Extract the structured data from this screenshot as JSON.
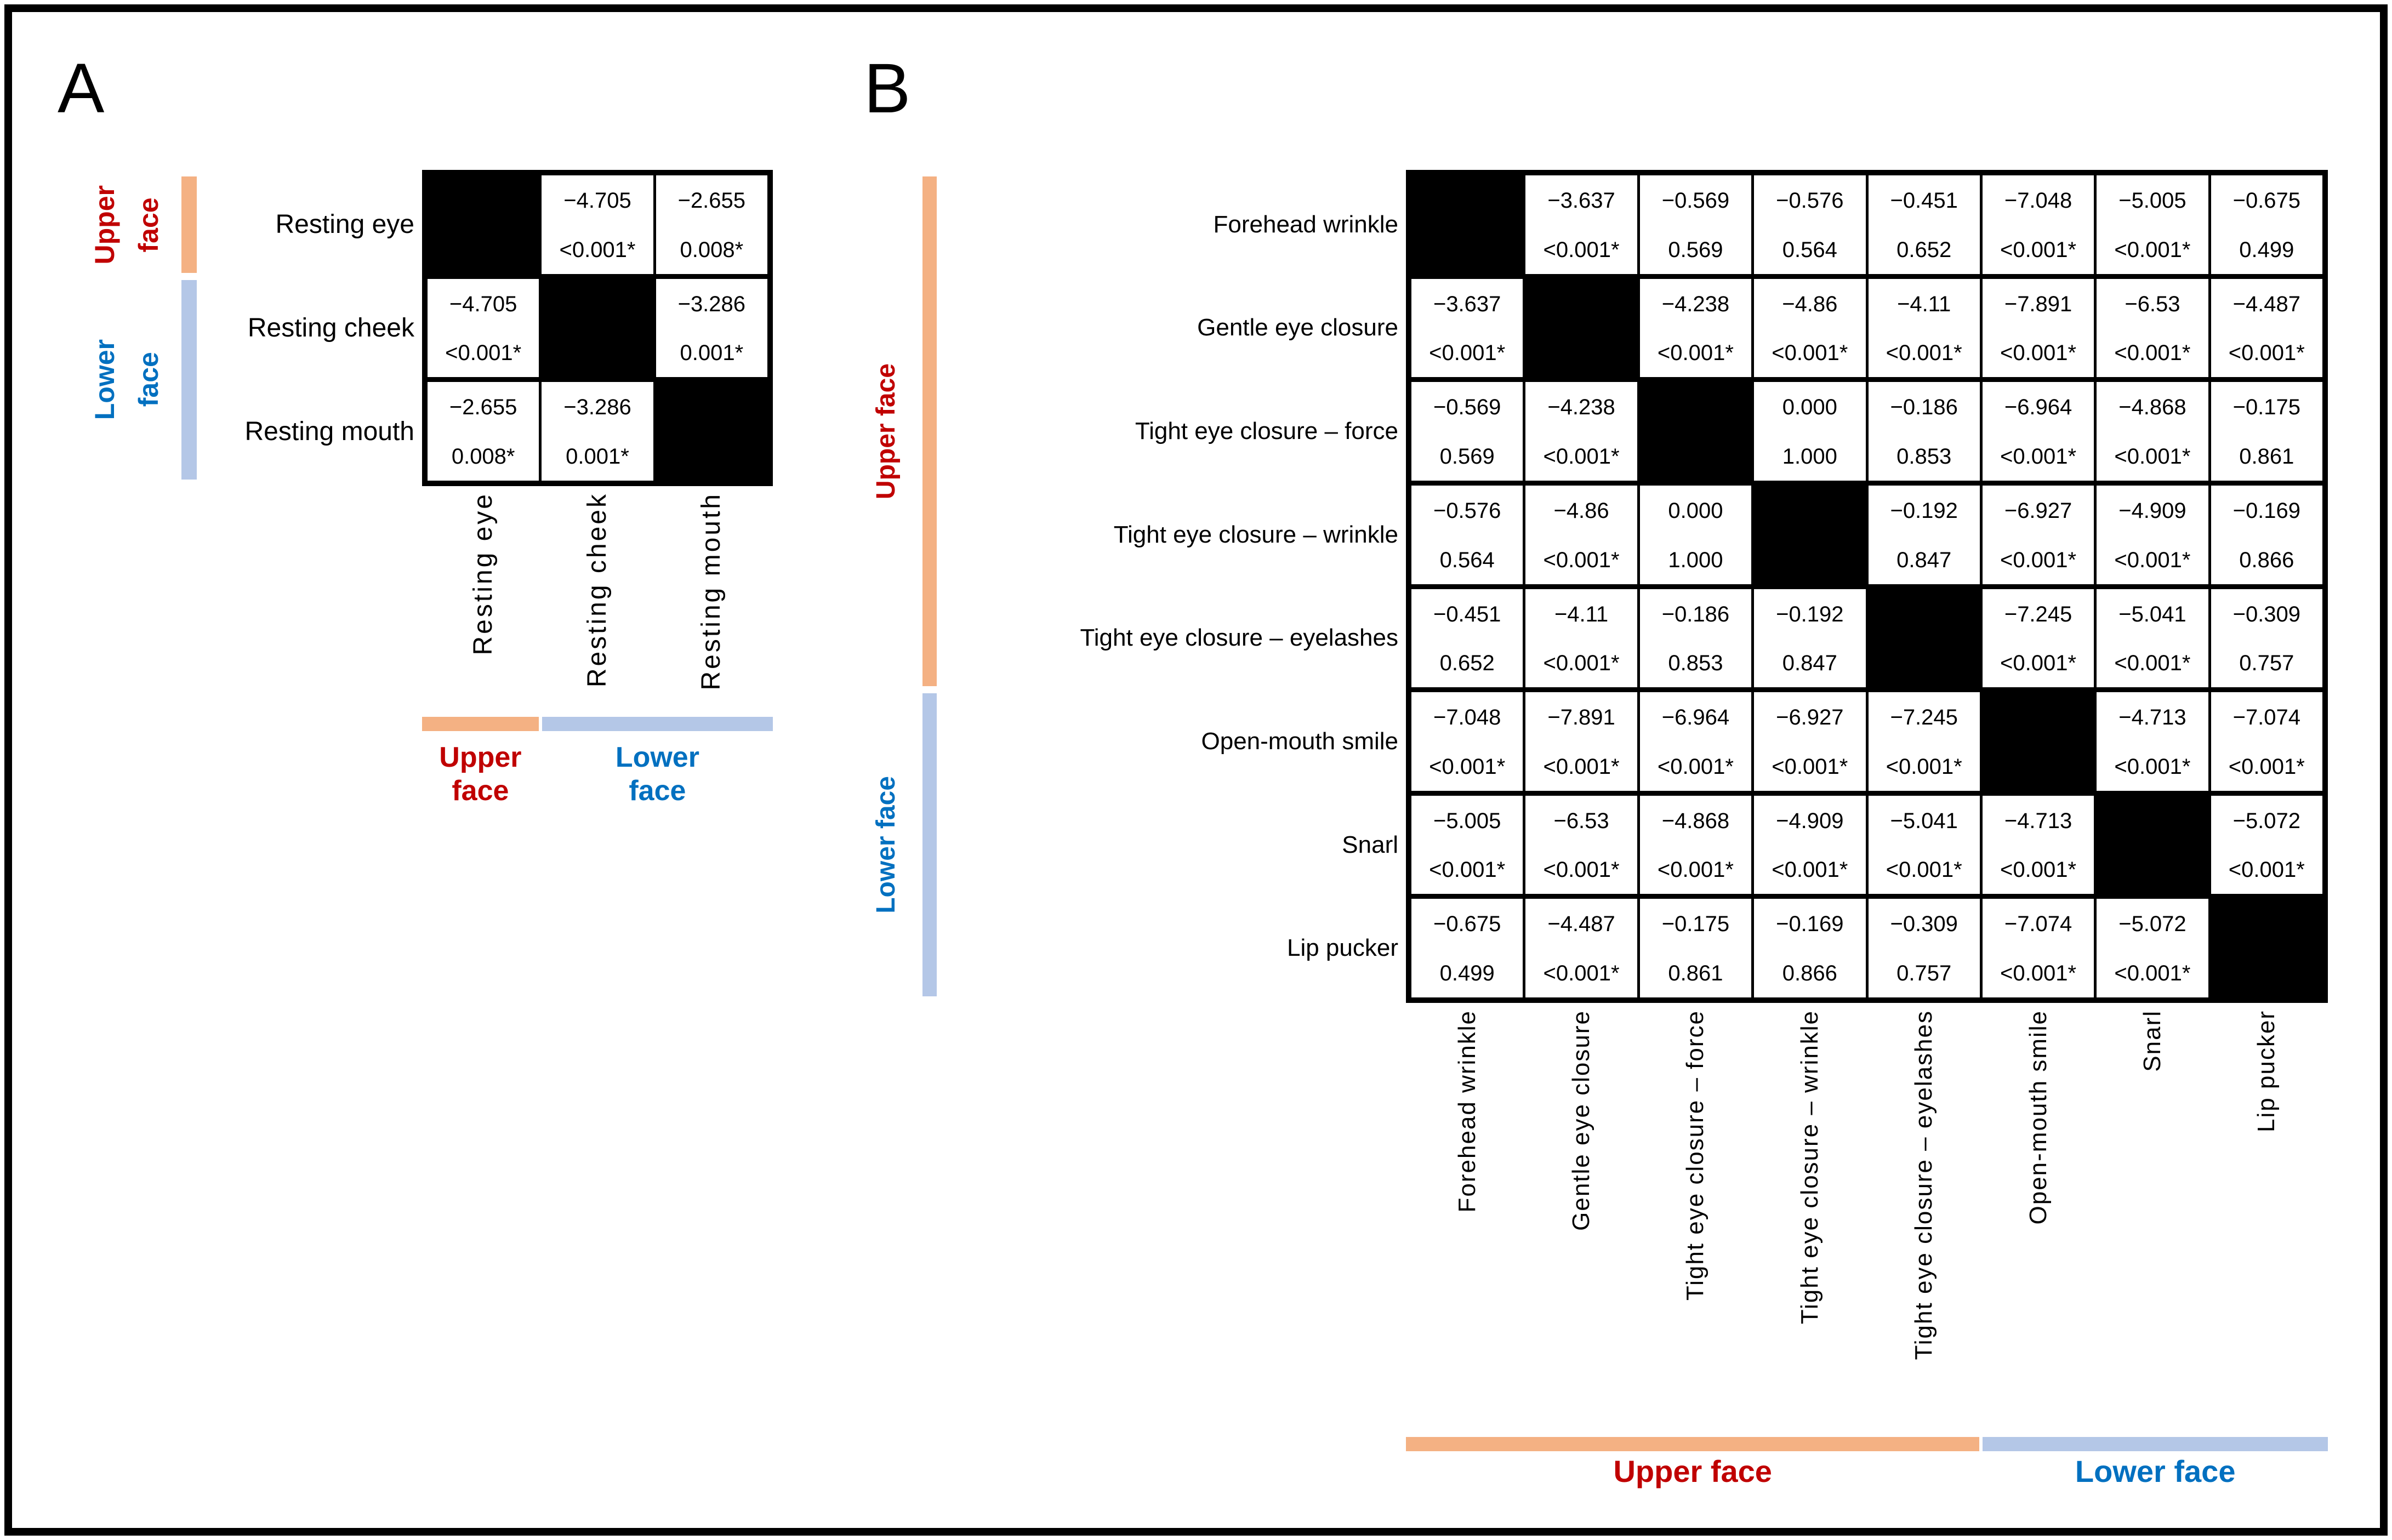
{
  "colors": {
    "upper_bar": "#F4B183",
    "lower_bar": "#B4C7E7",
    "upper_text": "#C00000",
    "lower_text": "#0070C0",
    "grid": "#000000",
    "cell_bg": "#FFFFFF",
    "diag_bg": "#000000"
  },
  "panels": [
    {
      "letter": "A",
      "chart_index": 0,
      "groups": [
        {
          "id": "upper-face",
          "lines": [
            "Upper",
            "face"
          ],
          "bar_color": "upper_bar",
          "text_color": "upper_text",
          "start": 0,
          "end": 0
        },
        {
          "id": "lower-face",
          "lines": [
            "Lower",
            "face"
          ],
          "bar_color": "lower_bar",
          "text_color": "lower_text",
          "start": 1,
          "end": 2
        }
      ]
    },
    {
      "letter": "B",
      "chart_index": 1,
      "groups": [
        {
          "id": "upper-face",
          "lines": [
            "Upper face"
          ],
          "bar_color": "upper_bar",
          "text_color": "upper_text",
          "start": 0,
          "end": 4
        },
        {
          "id": "lower-face",
          "lines": [
            "Lower face"
          ],
          "bar_color": "lower_bar",
          "text_color": "lower_text",
          "start": 5,
          "end": 7
        }
      ]
    }
  ],
  "chart_data": [
    {
      "type": "table",
      "panel": "A",
      "categories": [
        "Resting eye",
        "Resting cheek",
        "Resting mouth"
      ],
      "category_groups": {
        "Upper face": [
          "Resting eye"
        ],
        "Lower face": [
          "Resting cheek",
          "Resting mouth"
        ]
      },
      "cell_format": "test statistic (top line) over p-value (bottom line); black diagonal cells",
      "cells": [
        [
          null,
          {
            "t": "−4.705",
            "p": "<0.001*"
          },
          {
            "t": "−2.655",
            "p": "0.008*"
          }
        ],
        [
          {
            "t": "−4.705",
            "p": "<0.001*"
          },
          null,
          {
            "t": "−3.286",
            "p": "0.001*"
          }
        ],
        [
          {
            "t": "−2.655",
            "p": "0.008*"
          },
          {
            "t": "−3.286",
            "p": "0.001*"
          },
          null
        ]
      ]
    },
    {
      "type": "table",
      "panel": "B",
      "categories": [
        "Forehead wrinkle",
        "Gentle eye closure",
        "Tight eye closure – force",
        "Tight eye closure – wrinkle",
        "Tight eye closure – eyelashes",
        "Open-mouth smile",
        "Snarl",
        "Lip pucker"
      ],
      "category_groups": {
        "Upper face": [
          "Forehead wrinkle",
          "Gentle eye closure",
          "Tight eye closure – force",
          "Tight eye closure – wrinkle",
          "Tight eye closure – eyelashes"
        ],
        "Lower face": [
          "Open-mouth smile",
          "Snarl",
          "Lip pucker"
        ]
      },
      "cell_format": "test statistic (top line) over p-value (bottom line); black diagonal cells",
      "cells": [
        [
          null,
          {
            "t": "−3.637",
            "p": "<0.001*"
          },
          {
            "t": "−0.569",
            "p": "0.569"
          },
          {
            "t": "−0.576",
            "p": "0.564"
          },
          {
            "t": "−0.451",
            "p": "0.652"
          },
          {
            "t": "−7.048",
            "p": "<0.001*"
          },
          {
            "t": "−5.005",
            "p": "<0.001*"
          },
          {
            "t": "−0.675",
            "p": "0.499"
          }
        ],
        [
          {
            "t": "−3.637",
            "p": "<0.001*"
          },
          null,
          {
            "t": "−4.238",
            "p": "<0.001*"
          },
          {
            "t": "−4.86",
            "p": "<0.001*"
          },
          {
            "t": "−4.11",
            "p": "<0.001*"
          },
          {
            "t": "−7.891",
            "p": "<0.001*"
          },
          {
            "t": "−6.53",
            "p": "<0.001*"
          },
          {
            "t": "−4.487",
            "p": "<0.001*"
          }
        ],
        [
          {
            "t": "−0.569",
            "p": "0.569"
          },
          {
            "t": "−4.238",
            "p": "<0.001*"
          },
          null,
          {
            "t": "0.000",
            "p": "1.000"
          },
          {
            "t": "−0.186",
            "p": "0.853"
          },
          {
            "t": "−6.964",
            "p": "<0.001*"
          },
          {
            "t": "−4.868",
            "p": "<0.001*"
          },
          {
            "t": "−0.175",
            "p": "0.861"
          }
        ],
        [
          {
            "t": "−0.576",
            "p": "0.564"
          },
          {
            "t": "−4.86",
            "p": "<0.001*"
          },
          {
            "t": "0.000",
            "p": "1.000"
          },
          null,
          {
            "t": "−0.192",
            "p": "0.847"
          },
          {
            "t": "−6.927",
            "p": "<0.001*"
          },
          {
            "t": "−4.909",
            "p": "<0.001*"
          },
          {
            "t": "−0.169",
            "p": "0.866"
          }
        ],
        [
          {
            "t": "−0.451",
            "p": "0.652"
          },
          {
            "t": "−4.11",
            "p": "<0.001*"
          },
          {
            "t": "−0.186",
            "p": "0.853"
          },
          {
            "t": "−0.192",
            "p": "0.847"
          },
          null,
          {
            "t": "−7.245",
            "p": "<0.001*"
          },
          {
            "t": "−5.041",
            "p": "<0.001*"
          },
          {
            "t": "−0.309",
            "p": "0.757"
          }
        ],
        [
          {
            "t": "−7.048",
            "p": "<0.001*"
          },
          {
            "t": "−7.891",
            "p": "<0.001*"
          },
          {
            "t": "−6.964",
            "p": "<0.001*"
          },
          {
            "t": "−6.927",
            "p": "<0.001*"
          },
          {
            "t": "−7.245",
            "p": "<0.001*"
          },
          null,
          {
            "t": "−4.713",
            "p": "<0.001*"
          },
          {
            "t": "−7.074",
            "p": "<0.001*"
          }
        ],
        [
          {
            "t": "−5.005",
            "p": "<0.001*"
          },
          {
            "t": "−6.53",
            "p": "<0.001*"
          },
          {
            "t": "−4.868",
            "p": "<0.001*"
          },
          {
            "t": "−4.909",
            "p": "<0.001*"
          },
          {
            "t": "−5.041",
            "p": "<0.001*"
          },
          {
            "t": "−4.713",
            "p": "<0.001*"
          },
          null,
          {
            "t": "−5.072",
            "p": "<0.001*"
          }
        ],
        [
          {
            "t": "−0.675",
            "p": "0.499"
          },
          {
            "t": "−4.487",
            "p": "<0.001*"
          },
          {
            "t": "−0.175",
            "p": "0.861"
          },
          {
            "t": "−0.169",
            "p": "0.866"
          },
          {
            "t": "−0.309",
            "p": "0.757"
          },
          {
            "t": "−7.074",
            "p": "<0.001*"
          },
          {
            "t": "−5.072",
            "p": "<0.001*"
          },
          null
        ]
      ]
    }
  ]
}
